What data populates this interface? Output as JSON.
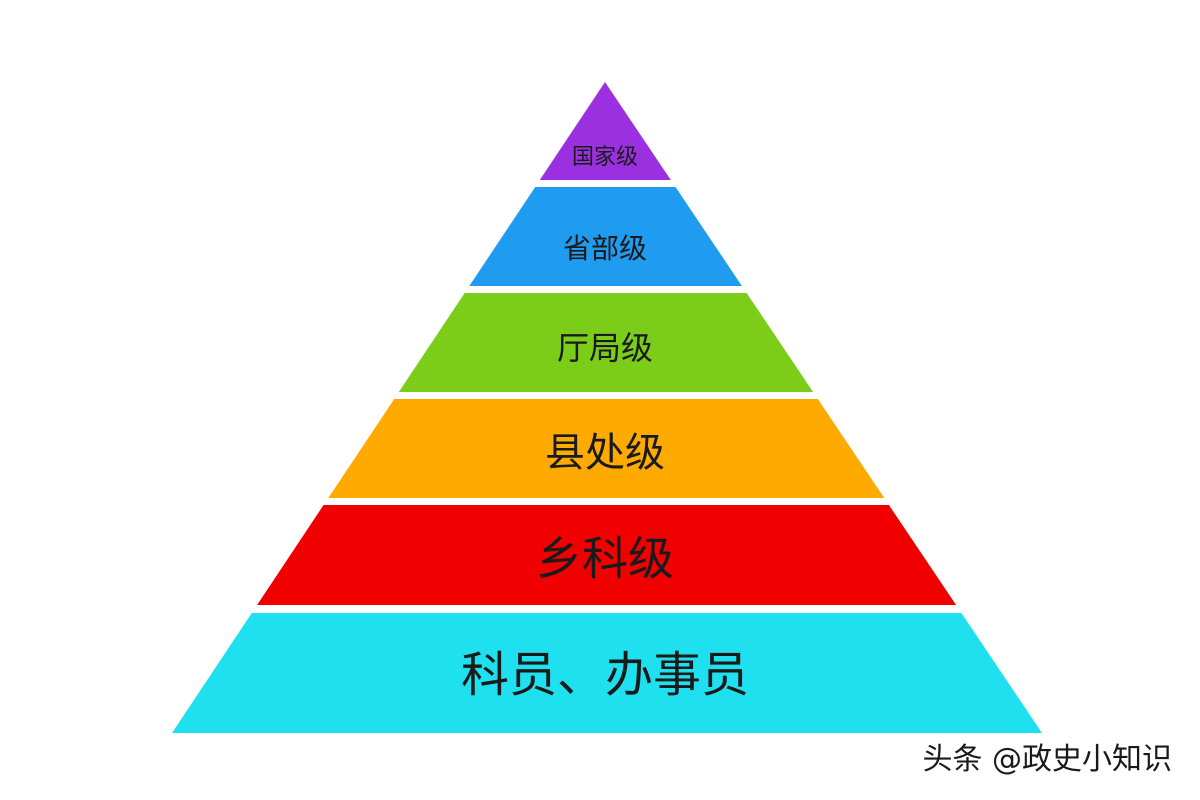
{
  "diagram": {
    "type": "pyramid",
    "levels": [
      {
        "label": "国家级",
        "color": "#9b30e0"
      },
      {
        "label": "省部级",
        "color": "#1f9bef"
      },
      {
        "label": "厅局级",
        "color": "#7ccc1a"
      },
      {
        "label": "县处级",
        "color": "#ffaa00"
      },
      {
        "label": "乡科级",
        "color": "#f00000"
      },
      {
        "label": "科员、办事员",
        "color": "#1fe0ee"
      }
    ]
  },
  "watermark": {
    "text": "头条 @政史小知识"
  }
}
